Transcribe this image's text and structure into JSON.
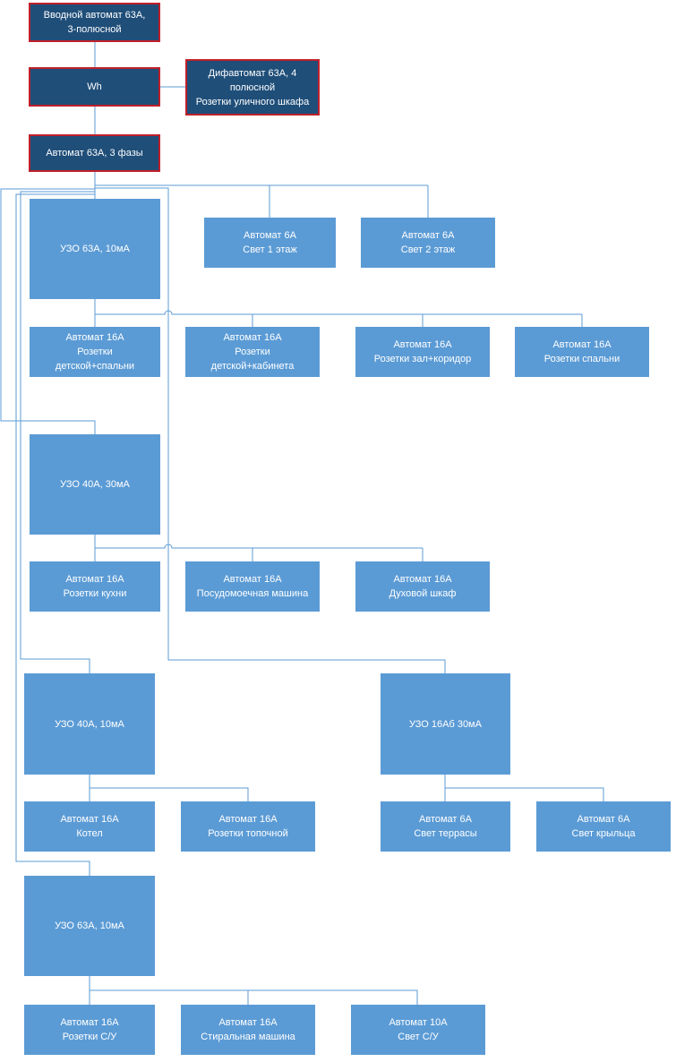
{
  "diagram": {
    "colors": {
      "dark_fill": "#1f4e79",
      "dark_border": "#c0202a",
      "light_fill": "#5b9bd5",
      "wire": "#5b9bd5",
      "text": "#ffffff"
    },
    "nodes": {
      "main_breaker": {
        "line1": "Вводной автомат 63А,",
        "line2": "3-полюсной"
      },
      "meter": {
        "line1": "Wh"
      },
      "outdoor_rcbo": {
        "line1": "Дифавтомат 63А, 4",
        "line2": "полюсной",
        "line3": "Розетки уличного шкафа"
      },
      "breaker_63a": {
        "line1": "Автомат 63А, 3 фазы"
      },
      "rcd1": {
        "line1": "УЗО 63А, 10мА"
      },
      "light1": {
        "line1": "Автомат 6А",
        "line2": "Свет 1 этаж"
      },
      "light2": {
        "line1": "Автомат 6А",
        "line2": "Свет 2 этаж"
      },
      "b1": {
        "line1": "Автомат 16А",
        "line2": "Розетки",
        "line3": "детской+спальни"
      },
      "b2": {
        "line1": "Автомат 16А",
        "line2": "Розетки",
        "line3": "детской+кабинета"
      },
      "b3": {
        "line1": "Автомат 16А",
        "line2": "Розетки зал+коридор"
      },
      "b4": {
        "line1": "Автомат 16А",
        "line2": "Розетки спальни"
      },
      "rcd2": {
        "line1": "УЗО 40А, 30мА"
      },
      "k1": {
        "line1": "Автомат 16А",
        "line2": "Розетки кухни"
      },
      "k2": {
        "line1": "Автомат 16А",
        "line2": "Посудомоечная машина"
      },
      "k3": {
        "line1": "Автомат 16А",
        "line2": "Духовой шкаф"
      },
      "rcd3": {
        "line1": "УЗО 40А, 10мА"
      },
      "rcd4": {
        "line1": "УЗО 16Аб 30мА"
      },
      "c1": {
        "line1": "Автомат 16А",
        "line2": "Котел"
      },
      "c2": {
        "line1": "Автомат 16А",
        "line2": "Розетки топочной"
      },
      "t1": {
        "line1": "Автомат 6А",
        "line2": "Свет террасы"
      },
      "t2": {
        "line1": "Автомат 6А",
        "line2": "Свет крыльца"
      },
      "rcd5": {
        "line1": "УЗО 63А, 10мА"
      },
      "s1": {
        "line1": "Автомат 16А",
        "line2": "Розетки С/У"
      },
      "s2": {
        "line1": "Автомат 16А",
        "line2": "Стиральная машина"
      },
      "s3": {
        "line1": "Автомат 10А",
        "line2": "Свет С/У"
      }
    }
  }
}
